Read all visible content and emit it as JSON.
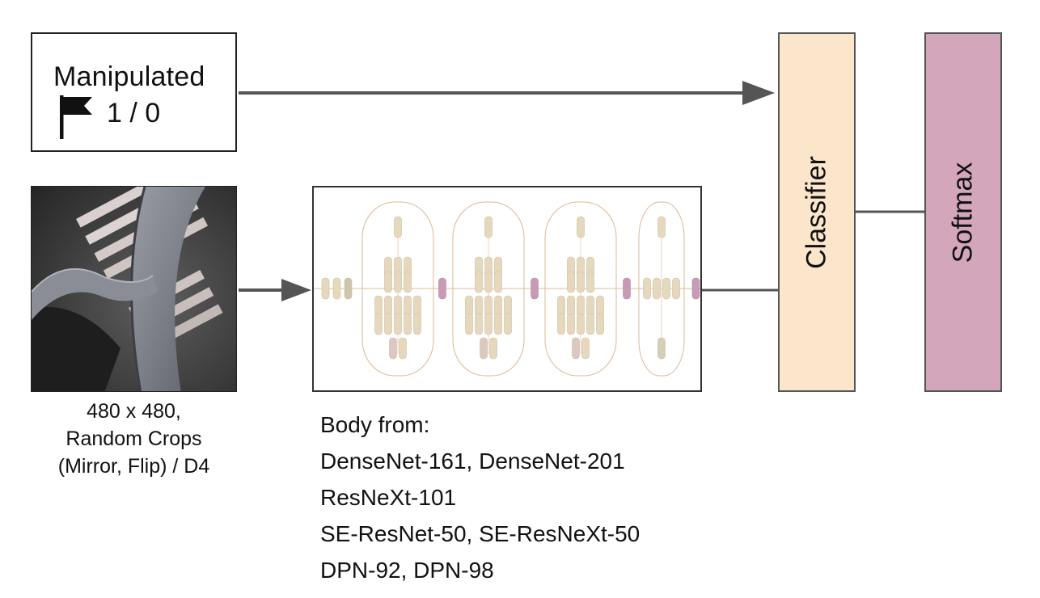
{
  "manipulated": {
    "title": "Manipulated",
    "value": "1 / 0",
    "icon": "flag-icon"
  },
  "input_image": {
    "caption": [
      "480 x 480,",
      "Random Crops",
      "(Mirror, Flip) / D4"
    ]
  },
  "body": {
    "heading": "Body from:",
    "models": [
      "DenseNet-161, DenseNet-201",
      "ResNeXt-101",
      "SE-ResNet-50, SE-ResNeXt-50",
      "DPN-92, DPN-98"
    ]
  },
  "classifier": {
    "label": "Classifier",
    "color": "#fbe6cc"
  },
  "softmax": {
    "label": "Softmax",
    "color": "#d3a6bc"
  },
  "colors": {
    "block_fill": "#e6d8bc",
    "transition_fill": "#c99ab5",
    "arrow": "#555555"
  }
}
